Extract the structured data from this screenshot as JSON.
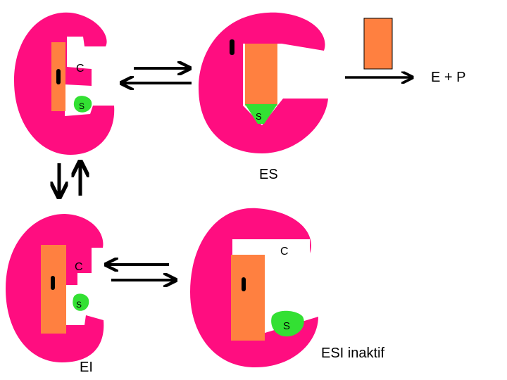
{
  "colors": {
    "enzyme": "#ff0d80",
    "inhibitor": "#ff8040",
    "substrate": "#33e033",
    "ink": "#000000",
    "background": "#ffffff"
  },
  "labels": {
    "c_top_left": "C",
    "s_top_left": "S",
    "s_es": "S",
    "product": "E + P",
    "es": "ES",
    "c_bottom_left": "C",
    "s_bottom_left": "S",
    "ei": "EI",
    "c_bottom_right": "C",
    "s_bottom_right": "S",
    "esi": "ESI inaktif"
  }
}
